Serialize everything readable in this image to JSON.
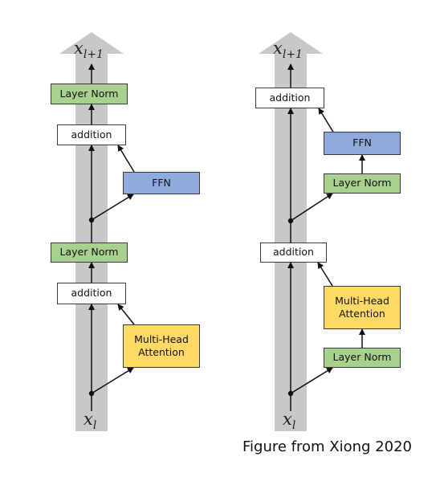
{
  "caption": "Figure from Xiong 2020",
  "colors": {
    "residual_stream": "#c8c8c8",
    "layer_norm": "#a9d18e",
    "addition": "#ffffff",
    "ffn": "#8faadc",
    "attention": "#ffd966",
    "arrow": "#111111"
  },
  "post_ln": {
    "input_var": "x",
    "input_sub": "l",
    "output_var": "x",
    "output_sub": "l+1",
    "blocks": {
      "mha_line1": "Multi-Head",
      "mha_line2": "Attention",
      "add1": "addition",
      "ln1": "Layer Norm",
      "ffn": "FFN",
      "add2": "addition",
      "ln2": "Layer Norm"
    }
  },
  "pre_ln": {
    "input_var": "x",
    "input_sub": "l",
    "output_var": "x",
    "output_sub": "l+1",
    "blocks": {
      "ln1": "Layer Norm",
      "mha_line1": "Multi-Head",
      "mha_line2": "Attention",
      "add1": "addition",
      "ln2": "Layer Norm",
      "ffn": "FFN",
      "add2": "addition"
    }
  }
}
